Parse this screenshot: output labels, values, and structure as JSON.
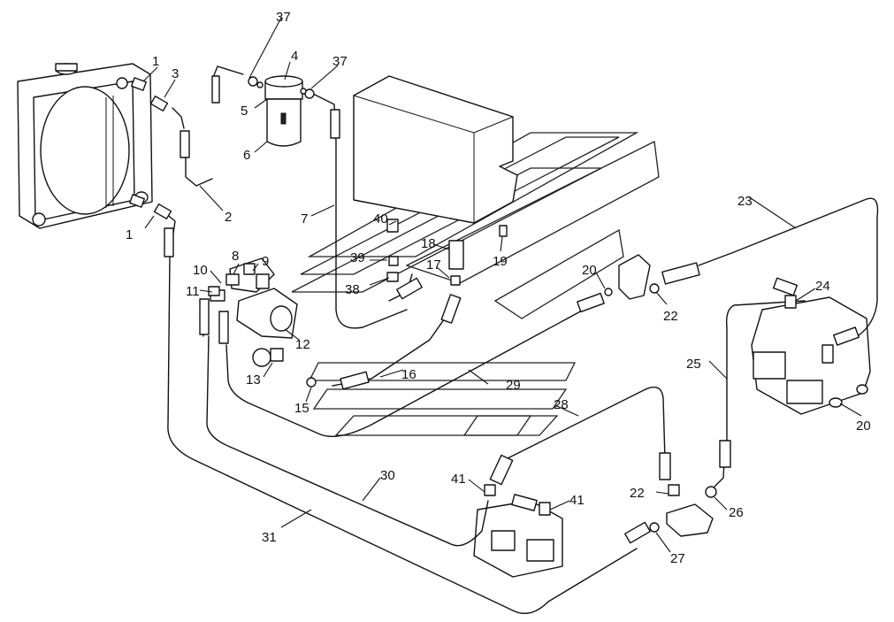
{
  "diagram": {
    "type": "hydraulic hose routing exploded view",
    "callouts": [
      {
        "id": "c1a",
        "text": "1"
      },
      {
        "id": "c1b",
        "text": "1"
      },
      {
        "id": "c2",
        "text": "2"
      },
      {
        "id": "c3",
        "text": "3"
      },
      {
        "id": "c4",
        "text": "4"
      },
      {
        "id": "c5",
        "text": "5"
      },
      {
        "id": "c6",
        "text": "6"
      },
      {
        "id": "c7",
        "text": "7"
      },
      {
        "id": "c8",
        "text": "8"
      },
      {
        "id": "c9",
        "text": "9"
      },
      {
        "id": "c10",
        "text": "10"
      },
      {
        "id": "c11",
        "text": "11"
      },
      {
        "id": "c12",
        "text": "12"
      },
      {
        "id": "c13",
        "text": "13"
      },
      {
        "id": "c15",
        "text": "15"
      },
      {
        "id": "c16",
        "text": "16"
      },
      {
        "id": "c17",
        "text": "17"
      },
      {
        "id": "c18",
        "text": "18"
      },
      {
        "id": "c19",
        "text": "19"
      },
      {
        "id": "c20a",
        "text": "20"
      },
      {
        "id": "c20b",
        "text": "20"
      },
      {
        "id": "c22a",
        "text": "22"
      },
      {
        "id": "c22b",
        "text": "22"
      },
      {
        "id": "c23",
        "text": "23"
      },
      {
        "id": "c24",
        "text": "24"
      },
      {
        "id": "c25",
        "text": "25"
      },
      {
        "id": "c26",
        "text": "26"
      },
      {
        "id": "c27",
        "text": "27"
      },
      {
        "id": "c28",
        "text": "28"
      },
      {
        "id": "c29",
        "text": "29"
      },
      {
        "id": "c30",
        "text": "30"
      },
      {
        "id": "c31",
        "text": "31"
      },
      {
        "id": "c37a",
        "text": "37"
      },
      {
        "id": "c37b",
        "text": "37"
      },
      {
        "id": "c38",
        "text": "38"
      },
      {
        "id": "c39",
        "text": "39"
      },
      {
        "id": "c40",
        "text": "40"
      },
      {
        "id": "c41a",
        "text": "41"
      },
      {
        "id": "c41b",
        "text": "41"
      }
    ]
  }
}
